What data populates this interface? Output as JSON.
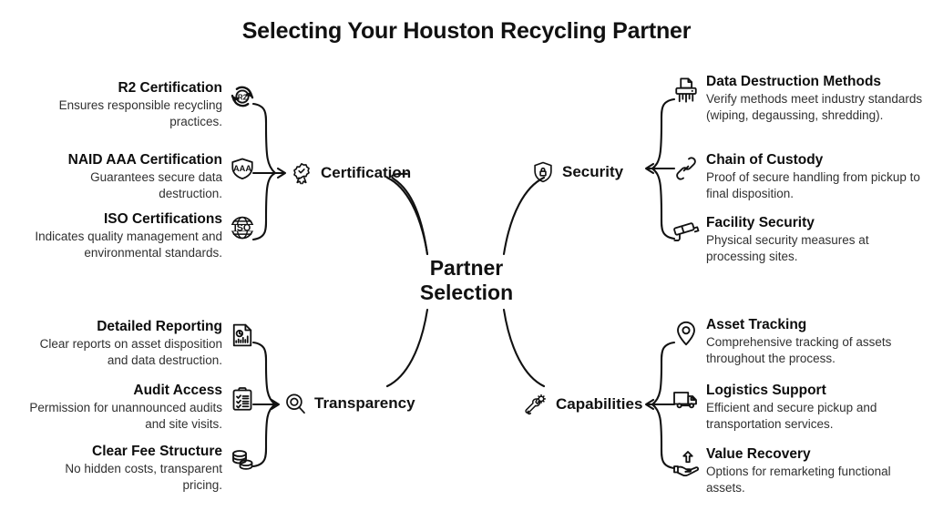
{
  "page": {
    "title": "Selecting Your Houston Recycling Partner",
    "center": {
      "line1": "Partner",
      "line2": "Selection"
    }
  },
  "colors": {
    "background": "#ffffff",
    "title": "#111111",
    "heading": "#0d0d0d",
    "description": "#303030",
    "connector": "#111111"
  },
  "branches": [
    {
      "id": "certification",
      "label": "Certification",
      "icon": "award-badge-icon",
      "side": "left",
      "items": [
        {
          "title": "R2 Certification",
          "description": "Ensures responsible recycling practices.",
          "icon": "r2-recycling-icon"
        },
        {
          "title": "NAID AAA Certification",
          "description": "Guarantees secure data destruction.",
          "icon": "aaa-shield-icon"
        },
        {
          "title": "ISO Certifications",
          "description": "Indicates quality management and environmental standards.",
          "icon": "iso-globe-icon"
        }
      ]
    },
    {
      "id": "security",
      "label": "Security",
      "icon": "shield-lock-icon",
      "side": "right",
      "items": [
        {
          "title": "Data Destruction Methods",
          "description": "Verify methods meet industry standards (wiping, degaussing, shredding).",
          "icon": "paper-shredder-icon"
        },
        {
          "title": "Chain of Custody",
          "description": "Proof of secure handling from pickup to final disposition.",
          "icon": "chain-link-icon"
        },
        {
          "title": "Facility Security",
          "description": "Physical security measures at processing sites.",
          "icon": "cctv-camera-icon"
        }
      ]
    },
    {
      "id": "transparency",
      "label": "Transparency",
      "icon": "magnifying-glass-icon",
      "side": "left",
      "items": [
        {
          "title": "Detailed Reporting",
          "description": "Clear reports on asset disposition and data destruction.",
          "icon": "report-chart-document-icon"
        },
        {
          "title": "Audit Access",
          "description": "Permission for unannounced audits and site visits.",
          "icon": "clipboard-checklist-icon"
        },
        {
          "title": "Clear Fee Structure",
          "description": "No hidden costs, transparent pricing.",
          "icon": "coin-stack-icon"
        }
      ]
    },
    {
      "id": "capabilities",
      "label": "Capabilities",
      "icon": "wrench-gear-icon",
      "side": "right",
      "items": [
        {
          "title": "Asset Tracking",
          "description": "Comprehensive tracking of assets throughout the process.",
          "icon": "map-pin-icon"
        },
        {
          "title": "Logistics Support",
          "description": "Efficient and secure pickup and transportation services.",
          "icon": "delivery-truck-icon"
        },
        {
          "title": "Value Recovery",
          "description": "Options for remarketing functional assets.",
          "icon": "hand-up-arrow-icon"
        }
      ]
    }
  ]
}
